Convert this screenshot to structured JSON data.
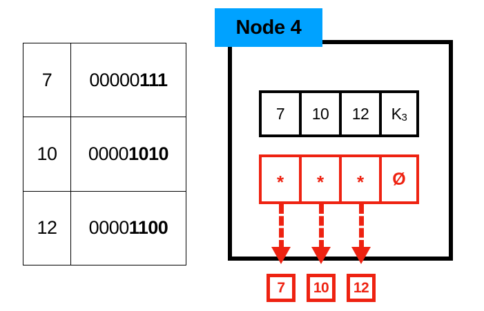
{
  "colors": {
    "badge_blue": "#00A2FF",
    "pointer_red": "#EE2211",
    "outline_black": "#000000",
    "background": "#FFFFFF"
  },
  "binary_table": {
    "name": "decimal-to-binary-table",
    "rows": [
      {
        "decimal": "7",
        "binary_prefix": "00000",
        "binary_suffix": "111",
        "binary_full": "00000111"
      },
      {
        "decimal": "10",
        "binary_prefix": "0000",
        "binary_suffix": "1010",
        "binary_full": "00001010"
      },
      {
        "decimal": "12",
        "binary_prefix": "0000",
        "binary_suffix": "1100",
        "binary_full": "00001100"
      }
    ]
  },
  "node": {
    "badge_label": "Node 4",
    "key_array": [
      {
        "label": "7",
        "sub": ""
      },
      {
        "label": "10",
        "sub": ""
      },
      {
        "label": "12",
        "sub": ""
      },
      {
        "label": "K",
        "sub": "3"
      }
    ],
    "pointer_array": [
      {
        "glyph": "*",
        "kind": "pointer"
      },
      {
        "glyph": "*",
        "kind": "pointer"
      },
      {
        "glyph": "*",
        "kind": "pointer"
      },
      {
        "glyph": "Ø",
        "kind": "null"
      }
    ]
  },
  "values": [
    {
      "label": "7"
    },
    {
      "label": "10"
    },
    {
      "label": "12"
    }
  ]
}
